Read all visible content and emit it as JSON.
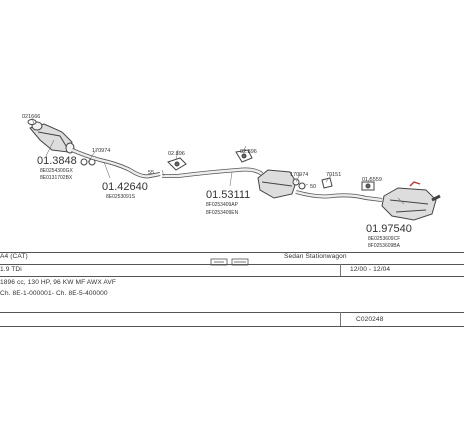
{
  "diagram": {
    "part_numbers": {
      "p1": "01.3848",
      "p2": "01.42640",
      "p3": "01.53111",
      "p4": "01.97540"
    },
    "small_labels": {
      "s_021666": "021666",
      "s_8e0254c": "8E0254300GX",
      "s_8e0131": "8E0131702BX",
      "s_170974": "170974",
      "s_8e0253": "8E0253091S",
      "s_ang_top": "02.896",
      "s_55": "55",
      "s_8f0253": "8F0253409AP",
      "s_8f0253b": "8F0253409EN",
      "s_0289": "02.896",
      "s_170974b": "170974",
      "s_50": "50",
      "s_70151": "70151",
      "s_01559": "01.5559",
      "s_8e0253c": "8E0253609CF",
      "s_8f0253d": "8F0253609BA"
    },
    "colors": {
      "line": "#444444",
      "part_fill": "#e8e8e8",
      "accent_red": "#c03030"
    }
  },
  "table": {
    "row1": {
      "model": "A4 (CAT)",
      "body": "Sedan Stationwagon"
    },
    "row2": {
      "engine": "1.9 TDi",
      "dates": "12/00 - 12/04"
    },
    "row3": {
      "spec": "1896 cc, 130 HP, 96 KW MF AWX AVF"
    },
    "row4": {
      "chassis": "Ch. 8E-1-000001- Ch. 8E-5-400000"
    },
    "row5": {
      "code": "C020248"
    }
  }
}
